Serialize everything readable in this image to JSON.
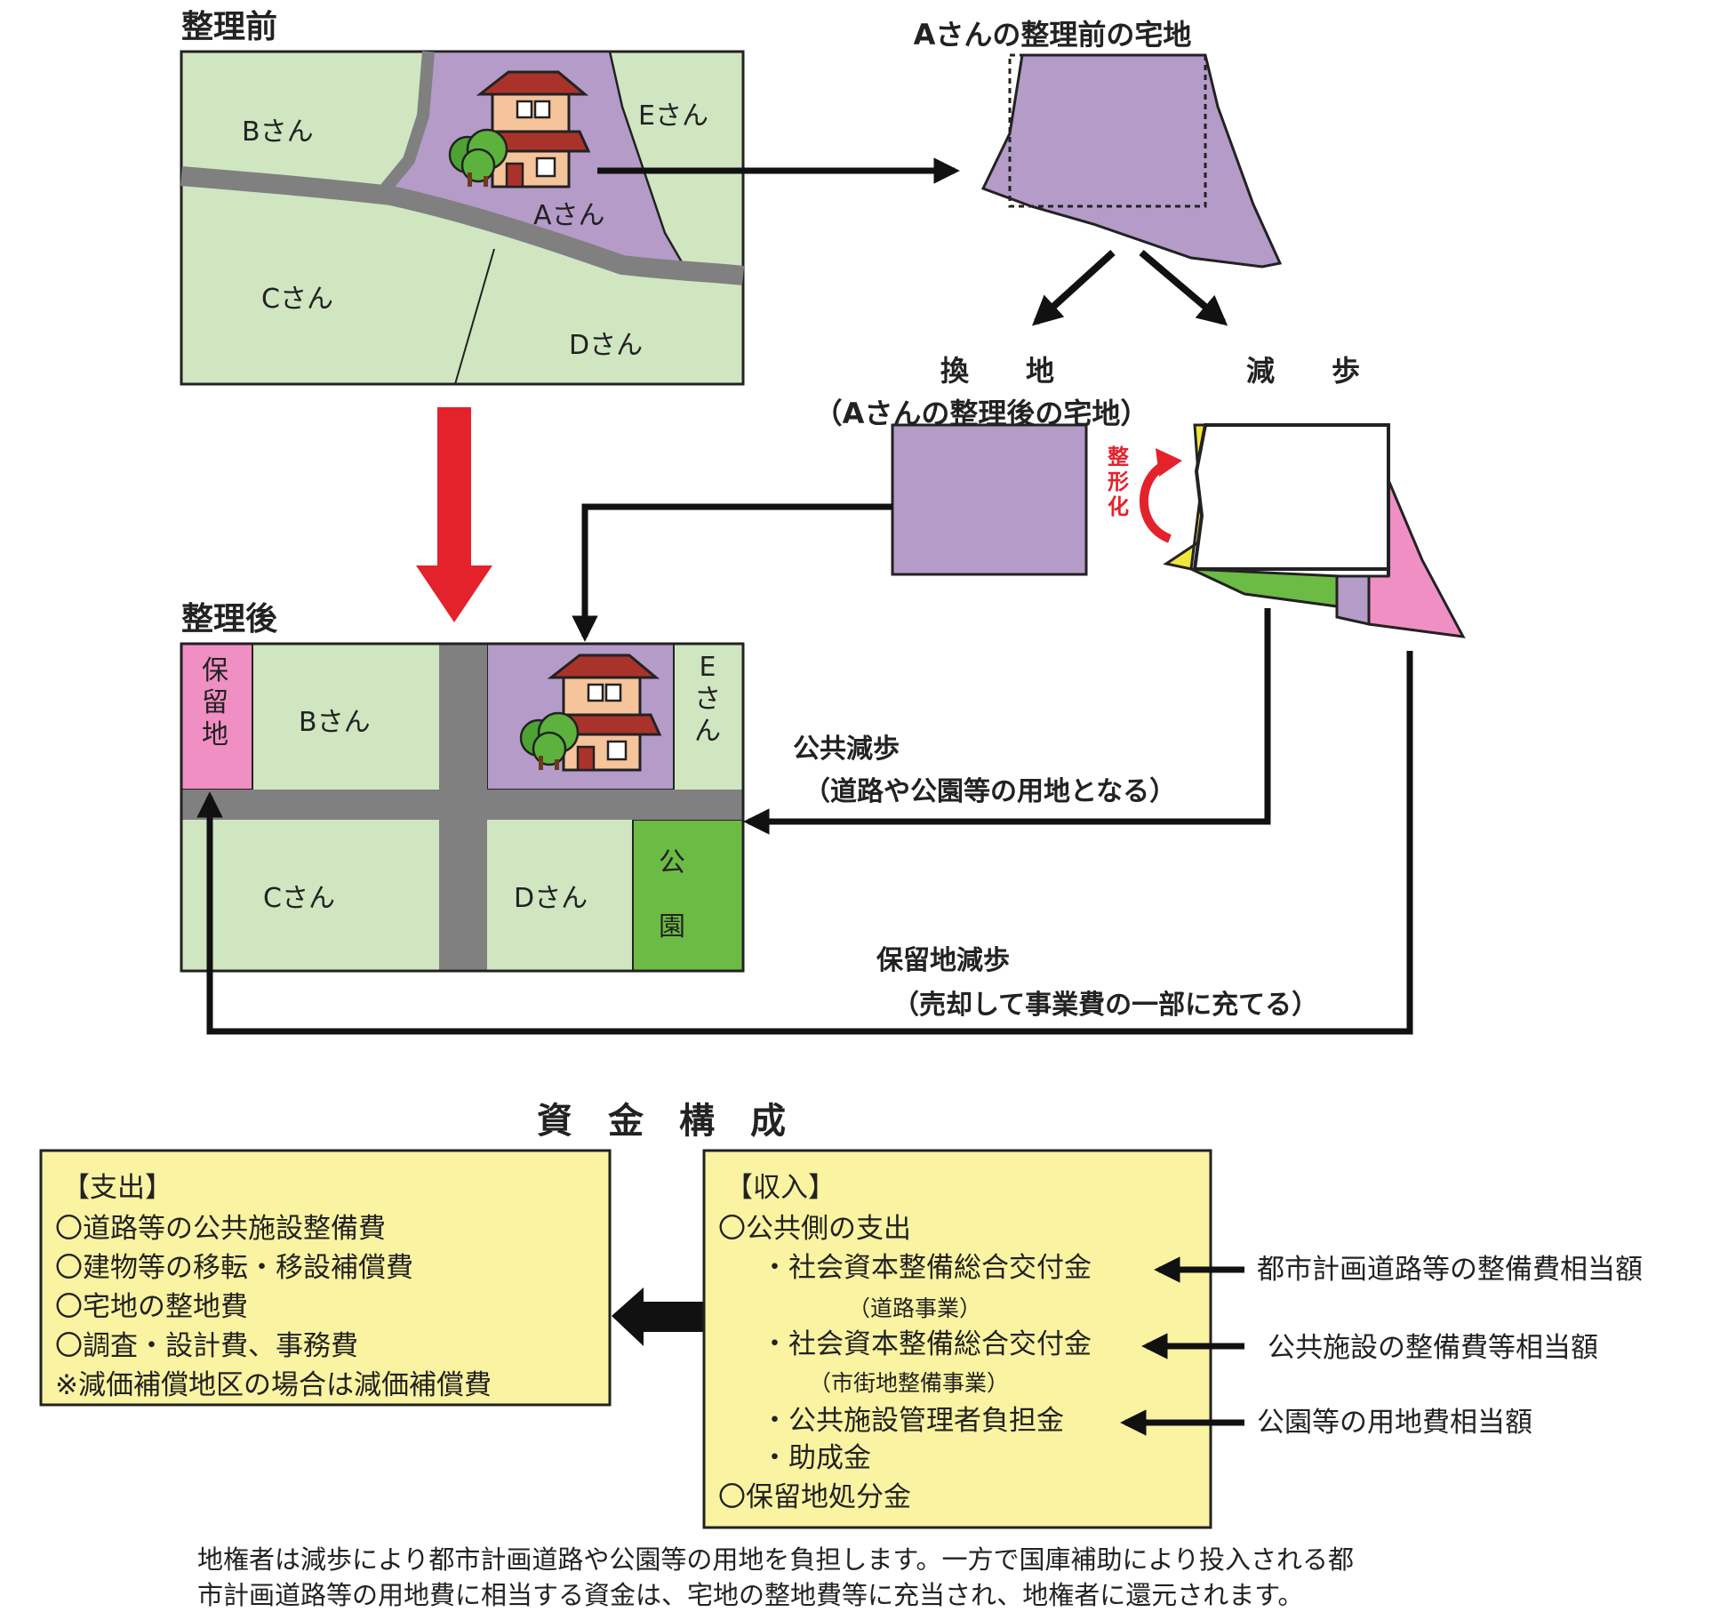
{
  "before": {
    "heading": "整理前",
    "owners": {
      "b": "Bさん",
      "a": "Aさん",
      "e": "Eさん",
      "c": "Cさん",
      "d": "Dさん"
    }
  },
  "plot_a": {
    "title": "Aさんの整理前の宅地"
  },
  "kanchi": {
    "title": "換　　地",
    "sub": "（Aさんの整理後の宅地）"
  },
  "genbu": {
    "title": "減　　歩"
  },
  "seikeika": "整形化",
  "after": {
    "heading": "整理後",
    "owners": {
      "horyu": "保留地",
      "b": "Bさん",
      "e": "Eさん",
      "c": "Cさん",
      "d": "Dさん",
      "park": "公園"
    }
  },
  "public_reduction": {
    "title": "公共減歩",
    "note": "（道路や公園等の用地となる）"
  },
  "reserve_reduction": {
    "title": "保留地減歩",
    "note": "（売却して事業費の一部に充てる）"
  },
  "funding": {
    "title": "資　金　構　成",
    "expense": {
      "heading": "【支出】",
      "items": [
        "〇道路等の公共施設整備費",
        "〇建物等の移転・移設補償費",
        "〇宅地の整地費",
        "〇調査・設計費、事務費",
        "※減価補償地区の場合は減価補償費"
      ]
    },
    "income": {
      "heading": "【収入】",
      "items": [
        "〇公共側の支出",
        "・社会資本整備総合交付金",
        "（道路事業）",
        "・社会資本整備総合交付金",
        "（市街地整備事業）",
        "・公共施設管理者負担金",
        "・助成金",
        "〇保留地処分金"
      ]
    },
    "sources": [
      "都市計画道路等の整備費相当額",
      "公共施設の整備費等相当額",
      "公園等の用地費相当額"
    ]
  },
  "footnote": [
    "地権者は減歩により都市計画道路や公園等の用地を負担します。一方で国庫補助により投入される都",
    "市計画道路等の用地費に相当する資金は、宅地の整地費等に充当され、地権者に還元されます。"
  ],
  "colors": {
    "land": "#cfe6c1",
    "plot_a": "#b49bc8",
    "road": "#808080",
    "reserve": "#ef8fc3",
    "park": "#6cbb45",
    "box": "#faf3a1",
    "red_arrow": "#e4222c",
    "yellow": "#f0e63c"
  }
}
